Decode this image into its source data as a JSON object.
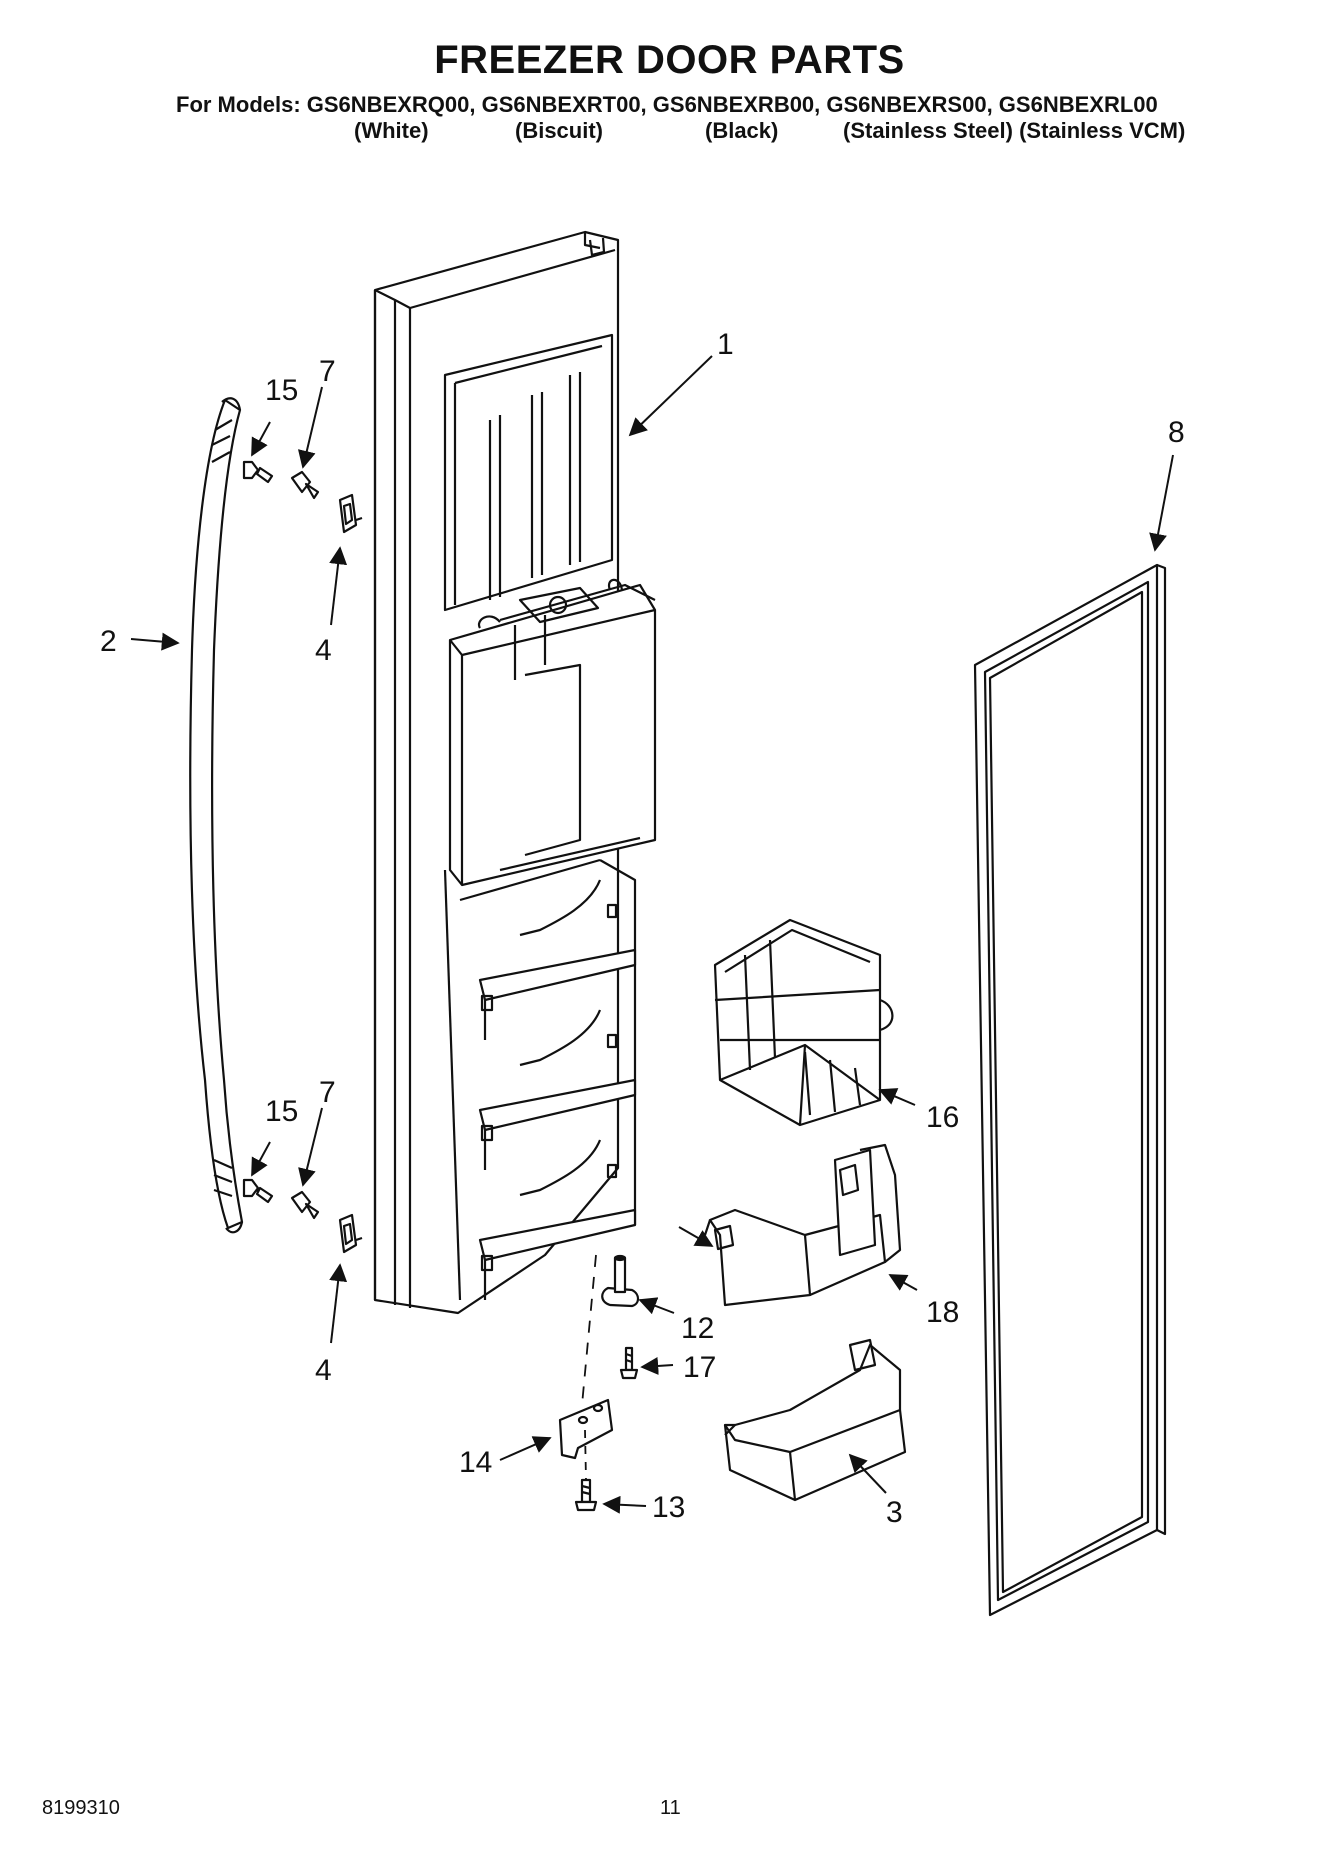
{
  "header": {
    "title": "FREEZER DOOR PARTS",
    "models": "For Models: GS6NBEXRQ00, GS6NBEXRT00, GS6NBEXRB00, GS6NBEXRS00, GS6NBEXRL00",
    "colors": [
      "(White)",
      "(Biscuit)",
      "(Black)",
      "(Stainless Steel) (Stainless VCM)"
    ]
  },
  "callouts": {
    "door": "1",
    "handle": "2",
    "door_bin_small": "3",
    "clip_upper": "4",
    "clip_lower": "4",
    "stud_upper": "7",
    "stud_lower": "7",
    "gasket": "8",
    "hinge_pin": "12",
    "screw_hinge": "13",
    "hinge_bracket": "14",
    "screw_handle_upper": "15",
    "screw_handle_lower": "15",
    "wire_basket": "16",
    "screw_pin": "17",
    "shelf_bin": "18"
  },
  "footer": {
    "doc_number": "8199310",
    "page_number": "11"
  }
}
